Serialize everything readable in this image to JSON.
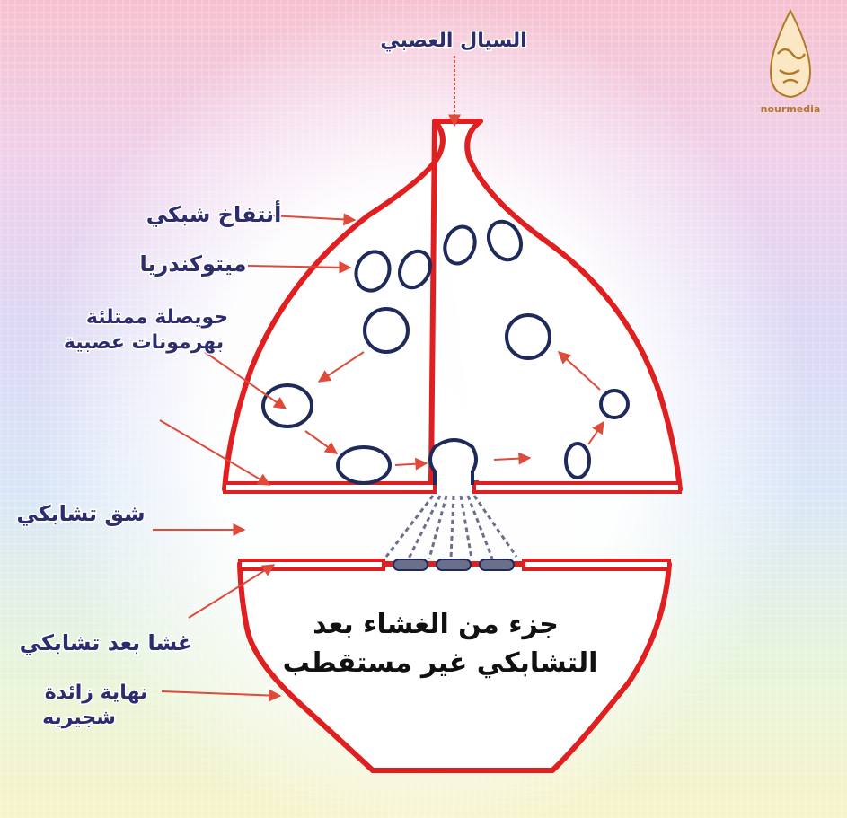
{
  "labels": {
    "neural_impulse": "السيال العصبي",
    "synaptic_swelling": "أنتفاخ شبكي",
    "mitochondria": "ميتوكندريا",
    "vesicle_line1": "حويصلة ممتلئة",
    "vesicle_line2": "بهرمونات عصبية",
    "synaptic_cleft": "شق تشابكي",
    "postsynaptic_membrane": "غشا بعد تشابكي",
    "dendrite_ending_line1": "نهاية زائدة",
    "dendrite_ending_line2": "شجيريه",
    "membrane_part_line1": "جزء من الغشاء بعد",
    "membrane_part_line2": "التشابكي غير مستقطب"
  },
  "logo": {
    "text": "nourmedia"
  },
  "colors": {
    "membrane": "#e02020",
    "arrow": "#e04a3a",
    "vesicle": "#1e2a5a",
    "receptor": "#6b6f8c",
    "label": "#2c2c6e"
  }
}
